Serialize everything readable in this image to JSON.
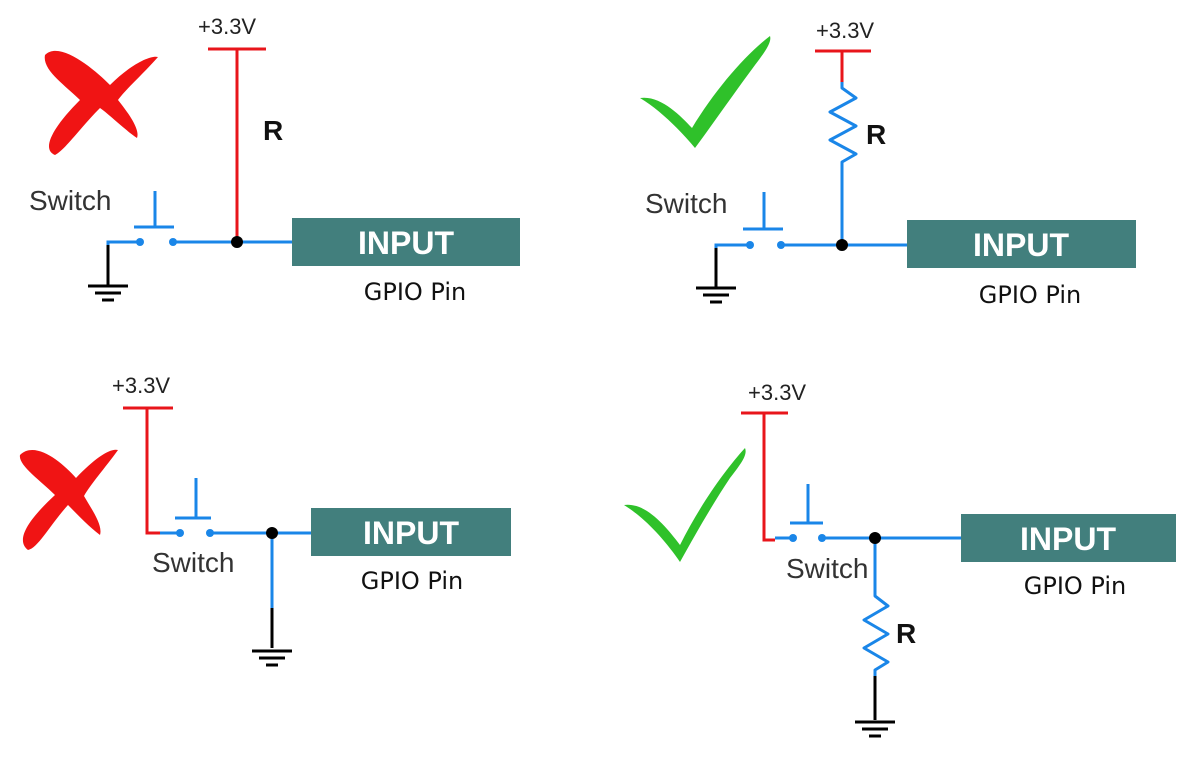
{
  "colors": {
    "power_wire": "#e8151b",
    "signal_wire": "#1a86e8",
    "ground_wire": "#000000",
    "node": "#000000",
    "input_box": "#427f7d",
    "input_text": "#ffffff",
    "cross_mark": "#f01414",
    "check_mark": "#2fc12a"
  },
  "panels": [
    {
      "id": "pullup-wrong",
      "verdict": "incorrect",
      "verdict_icon": "cross-icon",
      "supply_label": "+3.3V",
      "resistor_label": "R",
      "resistor_drawn": false,
      "switch_label": "Switch",
      "input_label": "INPUT",
      "pin_label": "GPIO Pin"
    },
    {
      "id": "pullup-correct",
      "verdict": "correct",
      "verdict_icon": "check-icon",
      "supply_label": "+3.3V",
      "resistor_label": "R",
      "resistor_drawn": true,
      "switch_label": "Switch",
      "input_label": "INPUT",
      "pin_label": "GPIO Pin"
    },
    {
      "id": "pulldown-wrong",
      "verdict": "incorrect",
      "verdict_icon": "cross-icon",
      "supply_label": "+3.3V",
      "switch_label": "Switch",
      "input_label": "INPUT",
      "pin_label": "GPIO Pin"
    },
    {
      "id": "pulldown-correct",
      "verdict": "correct",
      "verdict_icon": "check-icon",
      "supply_label": "+3.3V",
      "resistor_label": "R",
      "resistor_drawn": true,
      "switch_label": "Switch",
      "input_label": "INPUT",
      "pin_label": "GPIO Pin"
    }
  ]
}
